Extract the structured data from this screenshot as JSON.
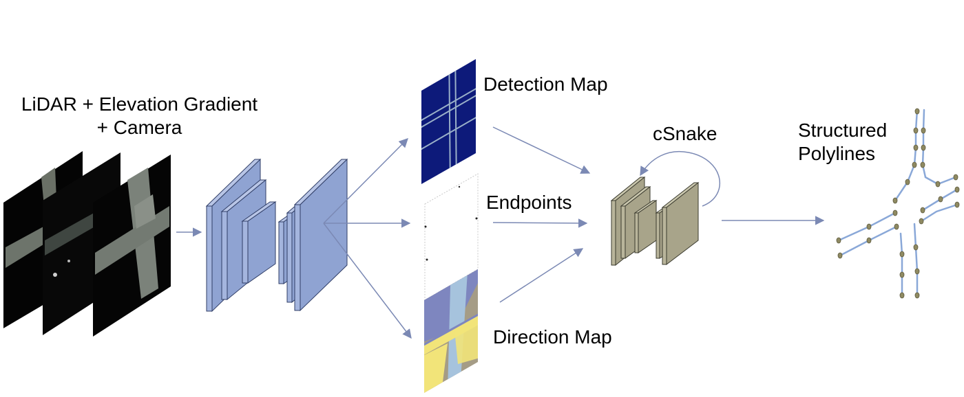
{
  "labels": {
    "input_line1": "LiDAR + Elevation Gradient",
    "input_line2": "+ Camera",
    "detection": "Detection Map",
    "endpoints": "Endpoints",
    "direction": "Direction Map",
    "csnake": "cSnake",
    "output_line1": "Structured",
    "output_line2": "Polylines"
  },
  "colors": {
    "cnn_block": "#8fa3d2",
    "csnake_block": "#a8a48a",
    "arrow": "#7b89b4",
    "detection_bg": "#0d1a7a",
    "detection_lines": "#9ab0c8",
    "direction_blue": "#7e86bf",
    "direction_yellow": "#f2e479",
    "direction_light": "#a6c3dd",
    "direction_gray": "#a59c86",
    "polyline": "#8aa8d8",
    "polyline_node": "#8f8a62"
  }
}
